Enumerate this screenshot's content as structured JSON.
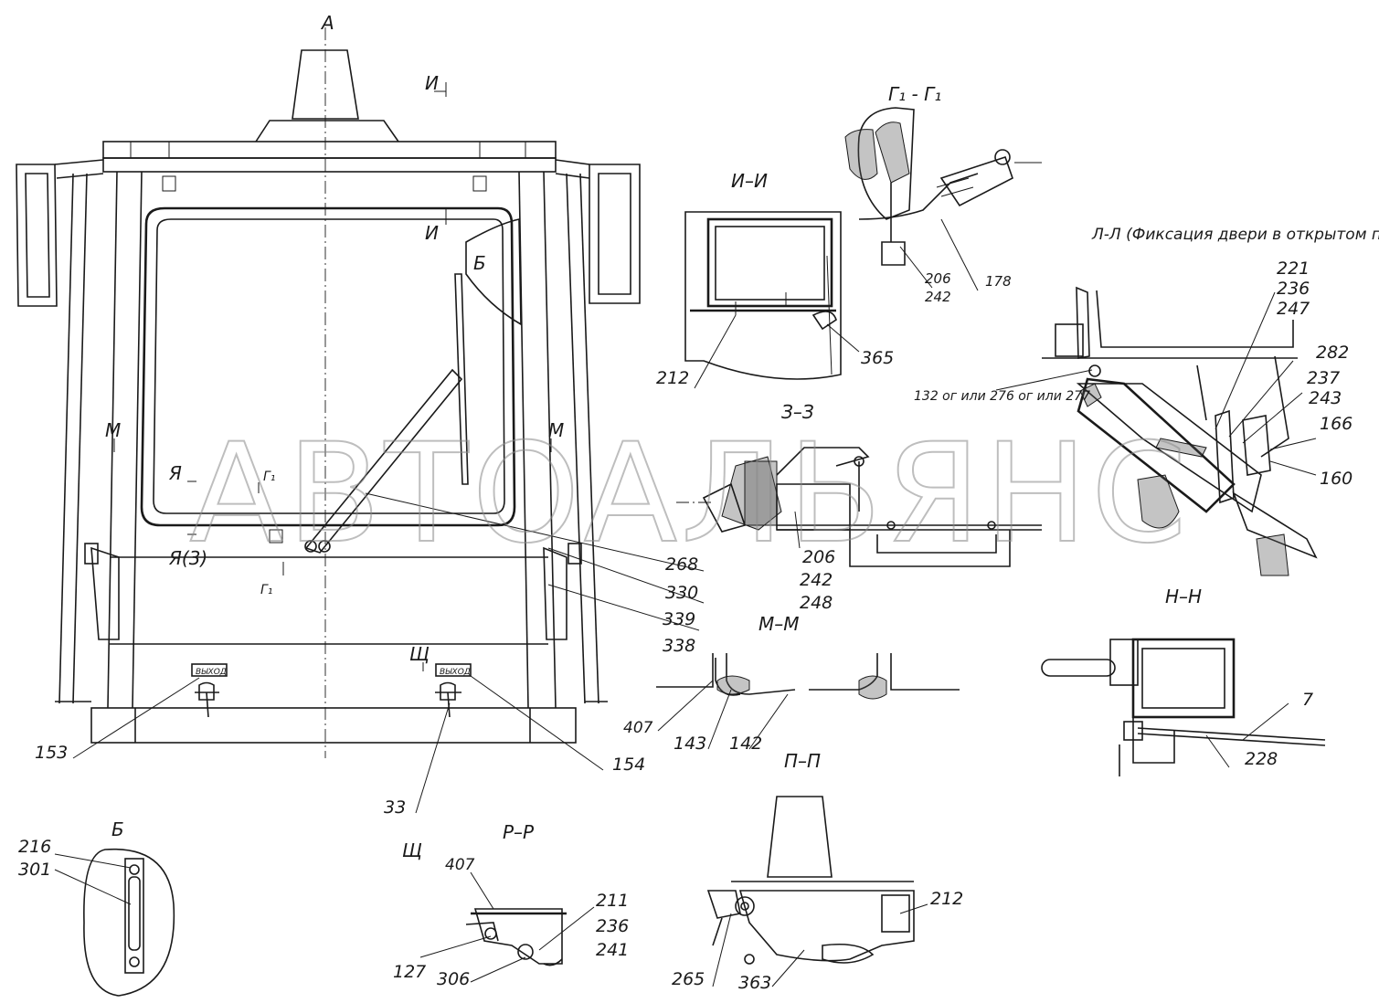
{
  "watermark": "АВТОАЛЬЯНС",
  "sections": {
    "a": "А",
    "ii_arrow": "И",
    "ii_arrow2": "И",
    "ii": "И–И",
    "g1g1": "Г₁ - Г₁",
    "ll": "Л-Л (Фиксация двери в открытом положении)",
    "zz": "З–З",
    "m_left": "М",
    "m_right": "М",
    "ya": "Я",
    "ya3": "Я(3)",
    "g1_small": "Г₁",
    "g1_low": "Г₁",
    "b_arrow": "Б",
    "mm": "М–М",
    "nn": "Н–Н",
    "pp": "П–П",
    "rr": "Р–Р",
    "shch": "Щ",
    "shch2": "Щ",
    "b_view": "Б"
  },
  "plates": {
    "exit_left": "ВЫХОД",
    "exit_right": "ВЫХОД"
  },
  "callouts": {
    "c212a": "212",
    "c365": "365",
    "c206a": "206",
    "c242a": "242",
    "c178": "178",
    "c221": "221",
    "c236a": "236",
    "c247": "247",
    "c282": "282",
    "c237": "237",
    "c243": "243",
    "c166": "166",
    "c160": "160",
    "c132": "132 ог или 276 ог или 277",
    "c268": "268",
    "c330": "330",
    "c339": "339",
    "c338": "338",
    "c206b": "206",
    "c242b": "242",
    "c248": "248",
    "c407a": "407",
    "c143": "143",
    "c142": "142",
    "c7": "7",
    "c228": "228",
    "c153": "153",
    "c154": "154",
    "c33": "33",
    "c216": "216",
    "c301": "301",
    "c407b": "407",
    "c211": "211",
    "c236b": "236",
    "c241": "241",
    "c127": "127",
    "c306": "306",
    "c212b": "212",
    "c265": "265",
    "c363": "363"
  }
}
